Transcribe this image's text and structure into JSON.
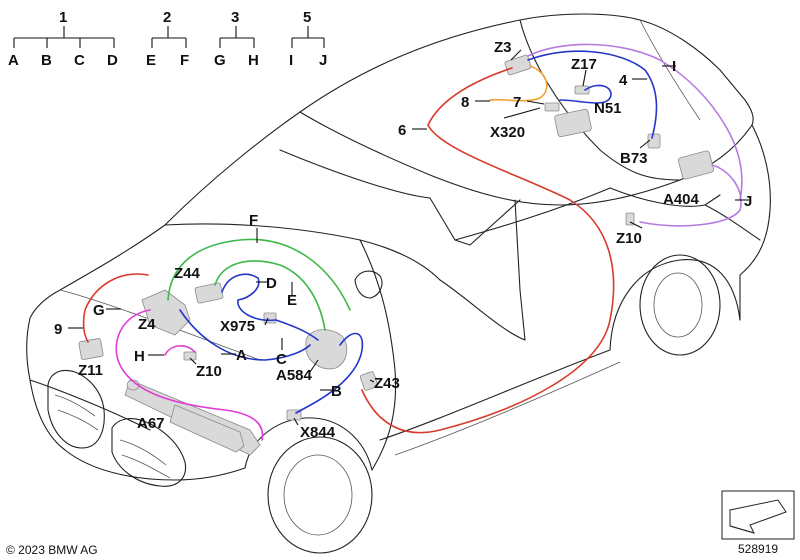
{
  "legend": {
    "groups": [
      {
        "number": "1",
        "items": [
          "A",
          "B",
          "C",
          "D"
        ]
      },
      {
        "number": "2",
        "items": [
          "E",
          "F"
        ]
      },
      {
        "number": "3",
        "items": [
          "G",
          "H"
        ]
      },
      {
        "number": "5",
        "items": [
          "I",
          "J"
        ]
      }
    ]
  },
  "labels": {
    "z3": "Z3",
    "z17": "Z17",
    "n4": "4",
    "i": "I",
    "n8": "8",
    "n7": "7",
    "n51": "N51",
    "n6": "6",
    "x320": "X320",
    "b73": "B73",
    "a404": "A404",
    "j": "J",
    "z10_right": "Z10",
    "f": "F",
    "z44": "Z44",
    "d": "D",
    "e": "E",
    "g": "G",
    "z4": "Z4",
    "n9": "9",
    "x975": "X975",
    "c": "C",
    "h": "H",
    "a": "A",
    "z11": "Z11",
    "z10_front": "Z10",
    "a584": "A584",
    "b": "B",
    "z43": "Z43",
    "a67": "A67",
    "x844": "X844"
  },
  "copyright": "© 2023 BMW AG",
  "diagram_number": "528919",
  "colors": {
    "red": "#d93a2b",
    "green": "#3fb84a",
    "blue": "#2436c8",
    "magenta": "#e03cd6",
    "orange": "#f0a030",
    "violet": "#b67be0",
    "outline": "#222222",
    "part_fill": "#d9d9d9"
  }
}
